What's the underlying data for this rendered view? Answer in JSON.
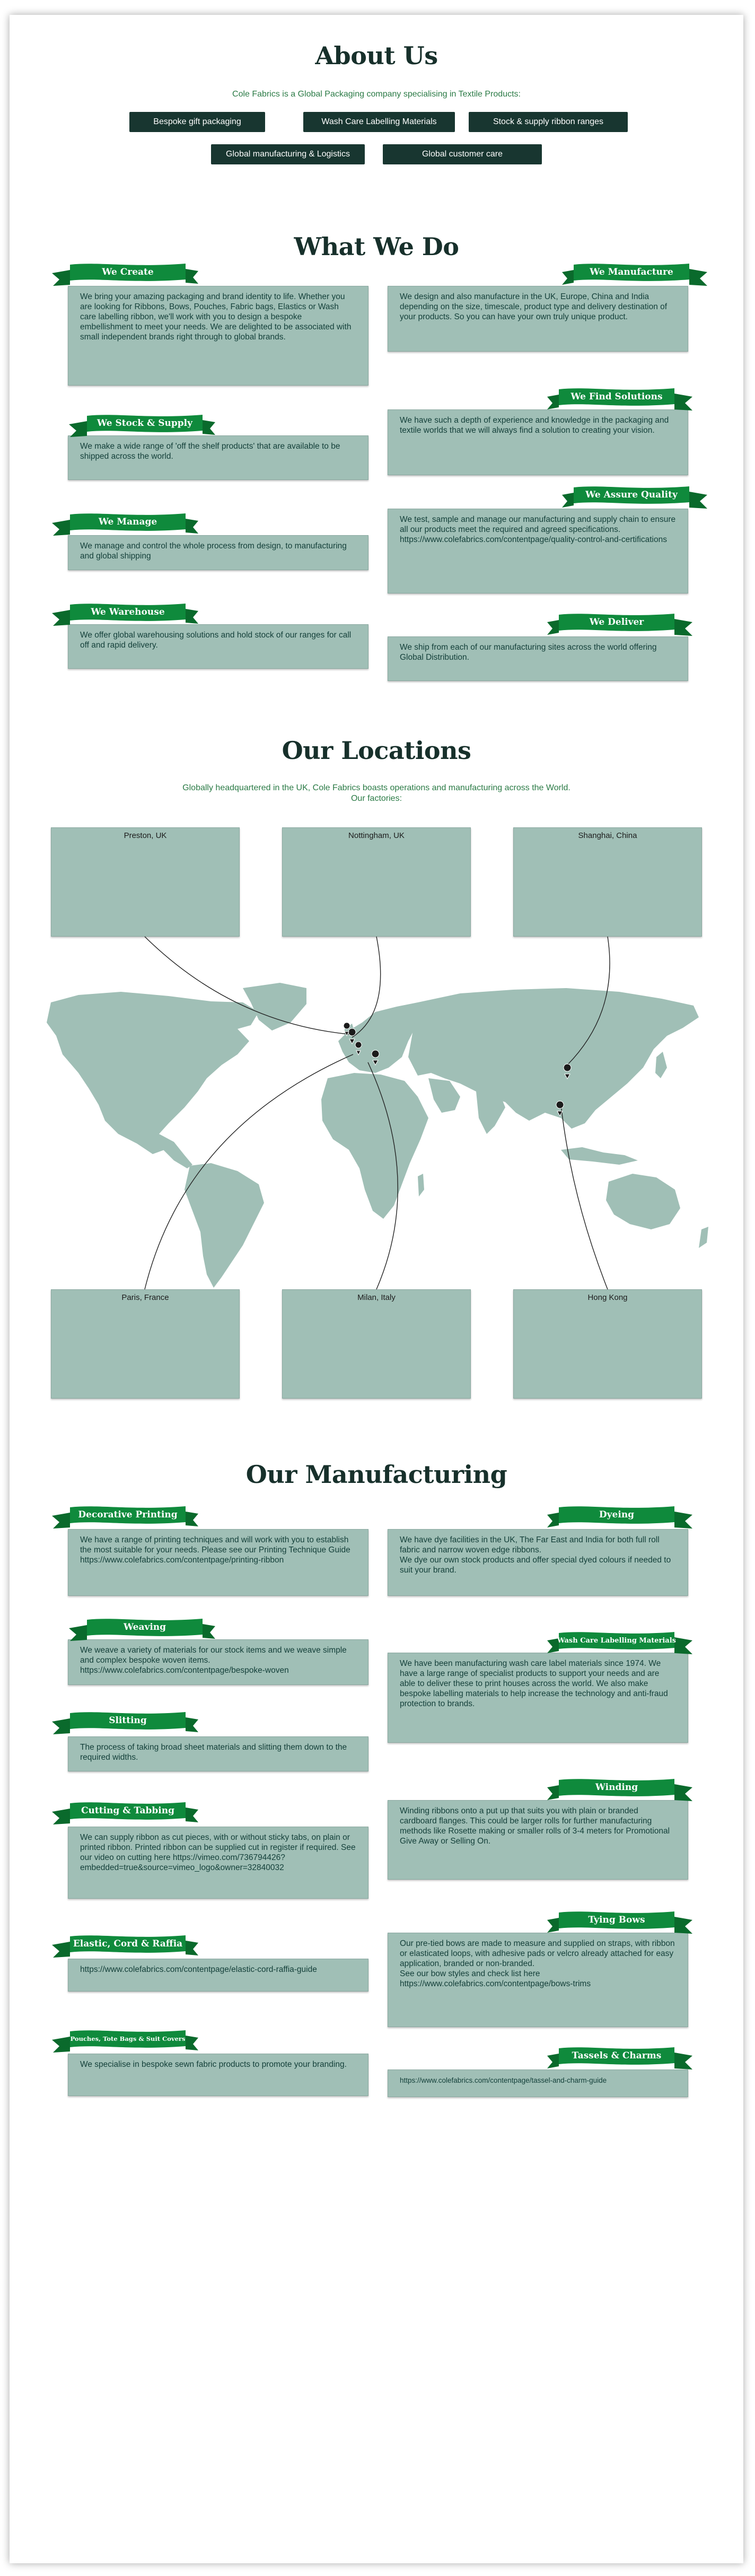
{
  "about": {
    "title": "About Us",
    "intro": "Cole Fabrics is a Global Packaging company specialising in Textile Products:",
    "chips": [
      "Bespoke gift packaging",
      "Wash Care Labelling Materials",
      "Stock & supply ribbon ranges",
      "Global manufacturing & Logistics",
      "Global customer care"
    ]
  },
  "what_we_do": {
    "title": "What We Do",
    "left": [
      {
        "label": "We Create",
        "text": "We bring your amazing packaging and brand identity to life. Whether you are looking for Ribbons, Bows, Pouches, Fabric bags, Elastics or Wash care labelling ribbon, we'll work with you to design a bespoke embellishment to meet your needs. We are delighted to be associated with small independent brands right through to global brands."
      },
      {
        "label": "We Stock & Supply",
        "text": "We make a wide range of 'off the shelf products' that are available to be shipped across the world."
      },
      {
        "label": "We Manage",
        "text": "We manage and control the whole process from design, to manufacturing and global shipping"
      },
      {
        "label": "We Warehouse",
        "text": "We offer global warehousing solutions and hold stock of our ranges for call off and rapid delivery."
      }
    ],
    "right": [
      {
        "label": "We Manufacture",
        "text": "We design and also manufacture in the UK, Europe, China and India depending on the size, timescale, product type and delivery destination of your products. So you can have your own truly unique product."
      },
      {
        "label": "We Find Solutions",
        "text": "We have such a depth of experience and knowledge in the packaging and  textile worlds that we will always find a solution to creating your vision."
      },
      {
        "label": "We Assure Quality",
        "text": "We test, sample and manage our manufacturing and supply chain to ensure all our products meet the required and agreed specifications.\nhttps://www.colefabrics.com/contentpage/quality-control-and-certifications"
      },
      {
        "label": "We Deliver",
        "text": "We ship from each of our manufacturing sites across the world offering Global Distribution."
      }
    ]
  },
  "locations": {
    "title": "Our Locations",
    "intro": "Globally headquartered in the UK, Cole Fabrics boasts operations and manufacturing across the World.\nOur factories:",
    "top": [
      "Preston, UK",
      "Nottingham, UK",
      "Shanghai, China"
    ],
    "bottom": [
      "Paris, France",
      "Milan, Italy",
      "Hong Kong"
    ]
  },
  "manufacturing": {
    "title": "Our Manufacturing",
    "left": [
      {
        "label": "Decorative Printing",
        "text": "We have a range of printing techniques and will work with you to establish the most suitable for your needs. Please see our Printing Technique Guide\nhttps://www.colefabrics.com/contentpage/printing-ribbon"
      },
      {
        "label": "Weaving",
        "text": "We weave a variety of materials for our stock items and we weave simple and complex bespoke woven items.\nhttps://www.colefabrics.com/contentpage/bespoke-woven"
      },
      {
        "label": "Slitting",
        "text": "The process of taking broad sheet materials and slitting them down to the required widths."
      },
      {
        "label": "Cutting & Tabbing",
        "text": "We can supply ribbon as cut pieces, with or without sticky tabs, on plain or printed ribbon. Printed ribbon can be supplied cut in register if required. See our video on cutting here https://vimeo.com/736794426?embedded=true&source=vimeo_logo&owner=32840032"
      },
      {
        "label": "Elastic, Cord & Raffia",
        "text": "https://www.colefabrics.com/contentpage/elastic-cord-raffia-guide"
      },
      {
        "label": "Pouches, Tote Bags & Suit Covers",
        "text": "We specialise in bespoke sewn fabric products to promote your branding."
      }
    ],
    "right": [
      {
        "label": "Dyeing",
        "text": "We have dye facilities in the UK, The Far East and India for both full roll fabric and narrow woven edge ribbons.\nWe dye our own stock products and offer special dyed colours if needed to suit your brand."
      },
      {
        "label": "Wash Care Labelling Materials",
        "text": "We have been manufacturing wash care label materials since 1974. We have a large range of specialist products to support your needs and are able to deliver these to print houses across the world. We also make bespoke labelling materials to help increase the technology and anti-fraud protection to brands."
      },
      {
        "label": "Winding",
        "text": "Winding ribbons onto a put up that suits you with plain or branded cardboard flanges. This could be larger rolls for further manufacturing methods like Rosette making or smaller rolls of 3-4 meters for Promotional Give Away or Selling On."
      },
      {
        "label": "Tying Bows",
        "text": "Our pre-tied bows are made to measure and supplied on straps, with ribbon or elasticated loops, with adhesive pads or velcro already attached for easy application, branded or non-branded.\nSee our bow styles and check list here\nhttps://www.colefabrics.com/contentpage/bows-trims"
      },
      {
        "label": "Tassels & Charms",
        "text": "https://www.colefabrics.com/contentpage/tassel-and-charm-guide"
      }
    ]
  },
  "colors": {
    "ribbon_green": "#0f8a3c",
    "ribbon_dark": "#0a6a2c",
    "card": "#a0bfb6",
    "chip": "#183630",
    "map": "#a0bfb6"
  }
}
